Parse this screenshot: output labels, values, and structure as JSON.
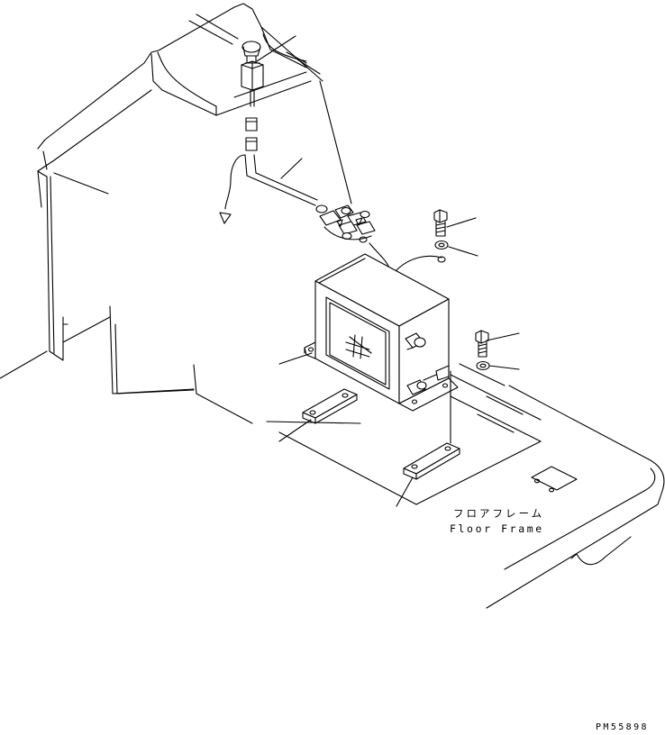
{
  "labels": {
    "floor_frame_jp": "フロアフレーム",
    "floor_frame_en": "Floor Frame",
    "part_code": "PM55898"
  },
  "colors": {
    "line": "#000000",
    "background": "#ffffff"
  }
}
